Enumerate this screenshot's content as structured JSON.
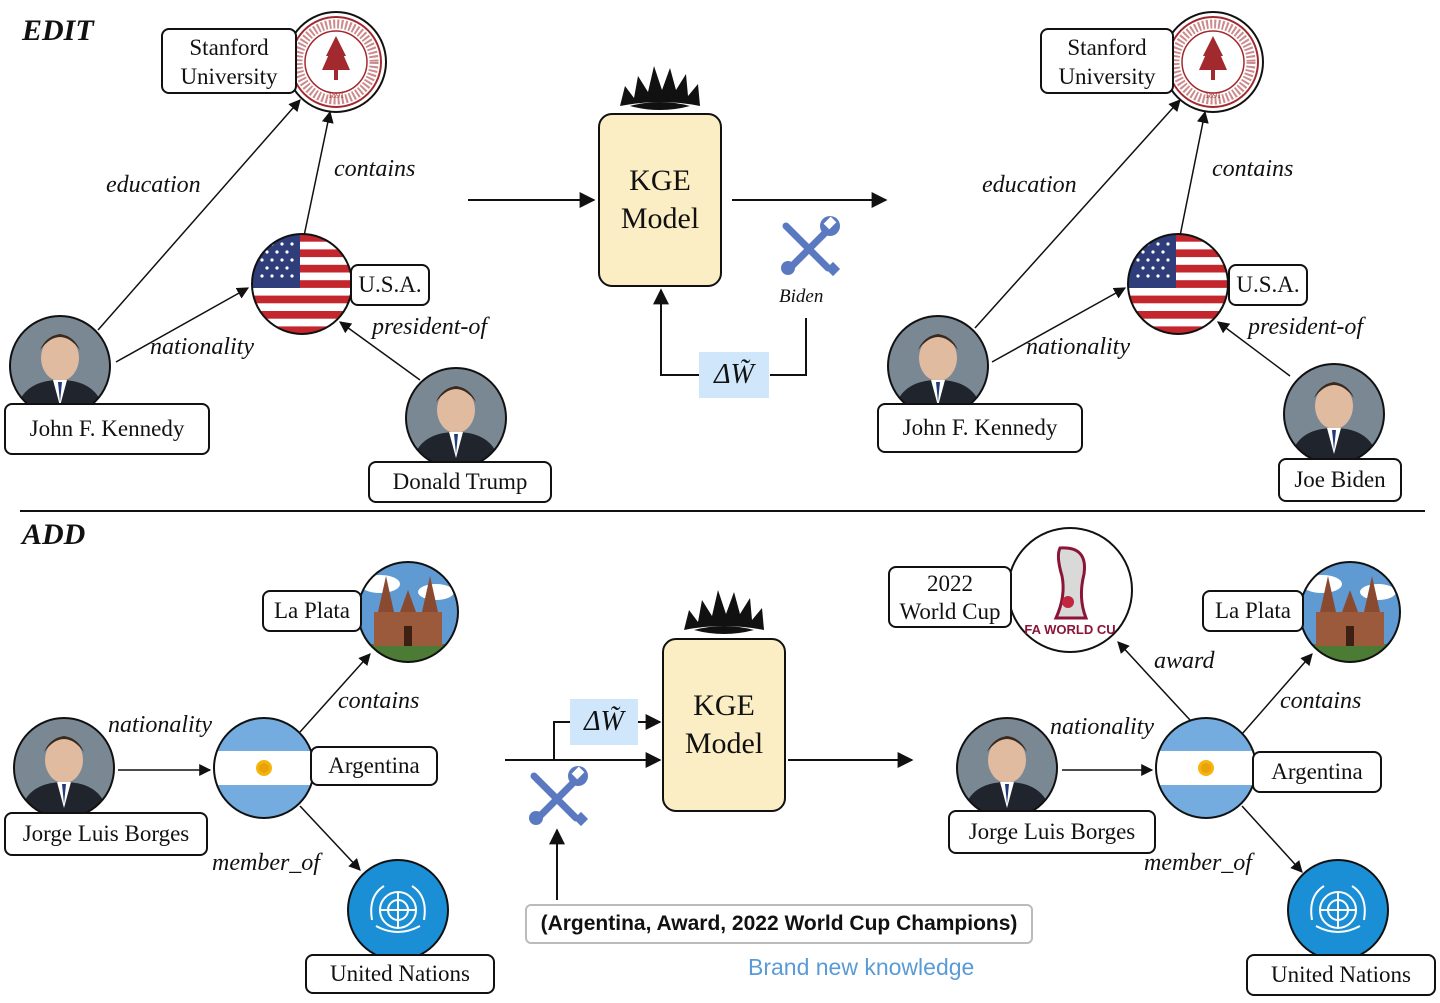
{
  "sections": {
    "edit": "EDIT",
    "add": "ADD"
  },
  "model": {
    "name_line1": "KGE",
    "name_line2": "Model"
  },
  "delta": "ΔW̃",
  "tool_caption": "Biden",
  "edit": {
    "entities": {
      "stanford_line1": "Stanford",
      "stanford_line2": "University",
      "usa": "U.S.A.",
      "jfk": "John F. Kennedy",
      "trump": "Donald Trump",
      "biden": "Joe Biden"
    },
    "relations": {
      "education": "education",
      "contains": "contains",
      "nationality": "nationality",
      "president_of": "president-of"
    }
  },
  "add": {
    "entities": {
      "la_plata": "La Plata",
      "argentina": "Argentina",
      "borges": "Jorge Luis Borges",
      "un": "United Nations",
      "worldcup_line1": "2022",
      "worldcup_line2": "World Cup"
    },
    "relations": {
      "nationality": "nationality",
      "contains": "contains",
      "member_of": "member_of",
      "award": "award"
    },
    "triple": "(Argentina, Award, 2022 World Cup Champions)",
    "note": "Brand new knowledge",
    "logo_text": "FA WORLD CU"
  },
  "seal": {
    "year": "1891"
  },
  "colors": {
    "kge_fill": "#fbeec4",
    "delta_fill": "#cfe6fb",
    "tool": "#5b79c1",
    "note": "#5b9bd5",
    "seal": "#a22a2f"
  }
}
